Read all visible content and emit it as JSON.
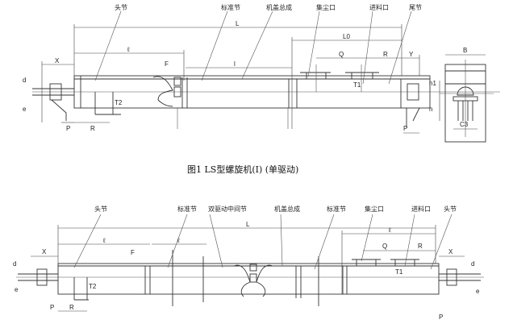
{
  "figure1": {
    "caption": "图1 LS型螺旋机(I) (单驱动)",
    "labels": {
      "head": "头节",
      "standard": "标准节",
      "cover": "机盖总成",
      "dust": "集尘口",
      "inlet": "进料口",
      "tail": "尾节"
    },
    "dims": {
      "L": "L",
      "L0": "L0",
      "l_italic": "ℓ",
      "l": "l",
      "Q": "Q",
      "R": "R",
      "Y": "Y",
      "X": "X",
      "F": "F",
      "d": "d",
      "e": "e",
      "T1": "T1",
      "T2": "T2",
      "h1": "h1",
      "h": "h",
      "P": "P",
      "P2": "P",
      "R2": "R",
      "B": "B",
      "C3": "C3"
    }
  },
  "figure2": {
    "labels": {
      "head": "头节",
      "standard1": "标准节",
      "middle": "双驱动中间节",
      "cover": "机盖总成",
      "standard2": "标准节",
      "dust": "集尘口",
      "inlet": "进料口",
      "head2": "头节"
    },
    "dims": {
      "L": "L",
      "l1": "ℓ",
      "l2": "ℓ",
      "l3": "ℓ",
      "X": "X",
      "X2": "X",
      "F": "F",
      "d": "d",
      "d2": "d",
      "e": "e",
      "e2": "e",
      "T2": "T2",
      "T1": "T1",
      "Q": "Q",
      "R": "R",
      "R2": "R",
      "P": "P",
      "P2": "P"
    }
  }
}
